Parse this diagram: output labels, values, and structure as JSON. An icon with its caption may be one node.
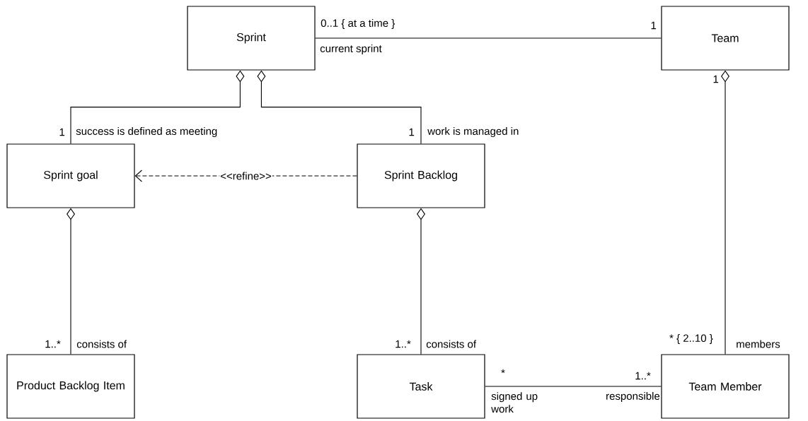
{
  "diagram": {
    "nodes": [
      {
        "text": [
          "Sprint"
        ]
      },
      {
        "text": [
          "Team"
        ]
      },
      {
        "text": [
          "Sprint goal"
        ]
      },
      {
        "text": [
          "Sprint Backlog"
        ]
      },
      {
        "text": [
          "Product Backlog Item"
        ]
      },
      {
        "text": [
          "Task"
        ]
      },
      {
        "text": [
          "Team Member"
        ]
      }
    ],
    "edges": [
      {
        "from": 0,
        "to": 1,
        "arrow": "none"
      },
      {
        "from": 0,
        "to": 2,
        "arrow": "other"
      },
      {
        "from": 0,
        "to": 3,
        "arrow": "other"
      },
      {
        "from": 3,
        "to": 2,
        "arrow": "to",
        "style": "dashed",
        "label": "<<refine>>"
      },
      {
        "from": 2,
        "to": 4,
        "arrow": "other"
      },
      {
        "from": 3,
        "to": 5,
        "arrow": "other"
      },
      {
        "from": 1,
        "to": 6,
        "arrow": "other"
      },
      {
        "from": 5,
        "to": 6,
        "arrow": "none"
      }
    ],
    "labels": [
      "0..1 { at a time }",
      "1",
      "current sprint",
      "1",
      "1",
      "success is defined as meeting",
      "1",
      "work is managed in",
      "1..*",
      "consists of",
      "1..*",
      "consists of",
      "* { 2..10 }",
      "members",
      "*",
      "1..*",
      "signed up work",
      "responsible"
    ]
  }
}
